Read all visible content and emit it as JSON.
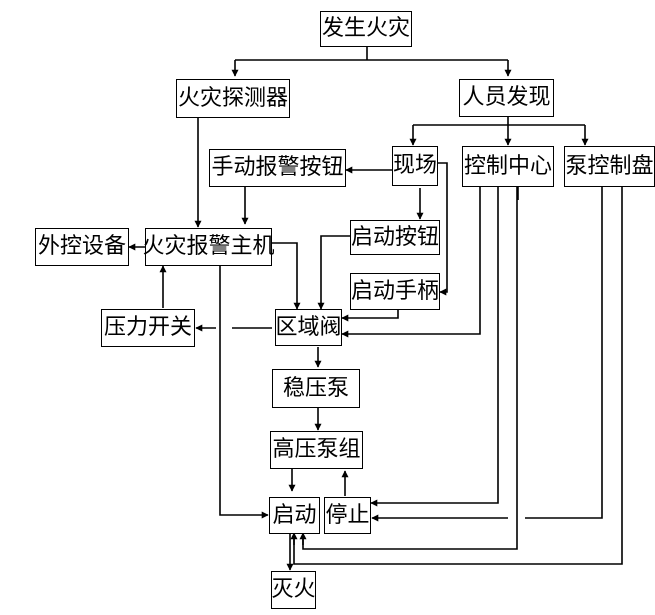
{
  "nodes": {
    "fire_occurs": "发生火灾",
    "fire_detector": "火灾探测器",
    "personnel_found": "人员发现",
    "manual_alarm_button": "手动报警按钮",
    "onsite": "现场",
    "control_center": "控制中心",
    "pump_control_panel": "泵控制盘",
    "external_control": "外控设备",
    "fire_alarm_host": "火灾报警主机",
    "start_button": "启动按钮",
    "start_handle": "启动手柄",
    "pressure_switch": "压力开关",
    "zone_valve": "区域阀",
    "stabilizer_pump": "稳压泵",
    "high_pressure_pump_group": "高压泵组",
    "start": "启动",
    "stop": "停止",
    "extinguish": "灭火"
  },
  "colors": {
    "line": "#000000",
    "background": "#ffffff"
  }
}
